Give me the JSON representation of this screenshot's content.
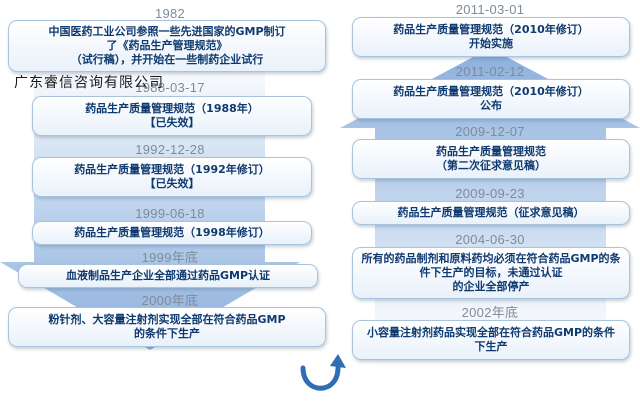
{
  "left_column": [
    {
      "date": "1982",
      "lines": [
        "中国医药工业公司参照一些先进国家的GMP制订",
        "了《药品生产管理规范》",
        "（试行稿），并开始在一些制药企业试行"
      ]
    },
    {
      "date": "1988-03-17",
      "lines": [
        "药品生产质量管理规范（1988年）",
        "【已失效】"
      ]
    },
    {
      "date": "1992-12-28",
      "lines": [
        "药品生产质量管理规范（1992年修订）",
        "【已失效】"
      ]
    },
    {
      "date": "1999-06-18",
      "lines": [
        "药品生产质量管理规范（1998年修订）"
      ]
    },
    {
      "date": "1999年底",
      "lines": [
        "血液制品生产企业全部通过药品GMP认证"
      ]
    },
    {
      "date": "2000年底",
      "lines": [
        "粉针剂、大容量注射剂实现全部在符合药品GMP",
        "的条件下生产"
      ]
    }
  ],
  "right_column": [
    {
      "date": "2011-03-01",
      "lines": [
        "药品生产质量管理规范（2010年修订）",
        "开始实施"
      ]
    },
    {
      "date": "2011-02-12",
      "lines": [
        "药品生产质量管理规范（2010年修订）",
        "公布"
      ]
    },
    {
      "date": "2009-12-07",
      "lines": [
        "药品生产质量管理规范",
        "（第二次征求意见稿）"
      ]
    },
    {
      "date": "2009-09-23",
      "lines": [
        "药品生产质量管理规范（征求意见稿）"
      ]
    },
    {
      "date": "2004-06-30",
      "lines": [
        "所有的药品制剂和原料药均必须在符合药品GMP的条",
        "件下生产的目标，未通过认证",
        "的企业全部停产"
      ]
    },
    {
      "date": "2002年底",
      "lines": [
        "小容量注射剂药品实现全部在符合药品GMP的条件",
        "下生产"
      ]
    }
  ],
  "watermark": "广东睿信咨询有限公司",
  "colors": {
    "arrow": "#7fa6d8",
    "box_text": "#0f3a70",
    "date_text": "#7d8c9a",
    "curve_arrow": "#2f6db5"
  }
}
